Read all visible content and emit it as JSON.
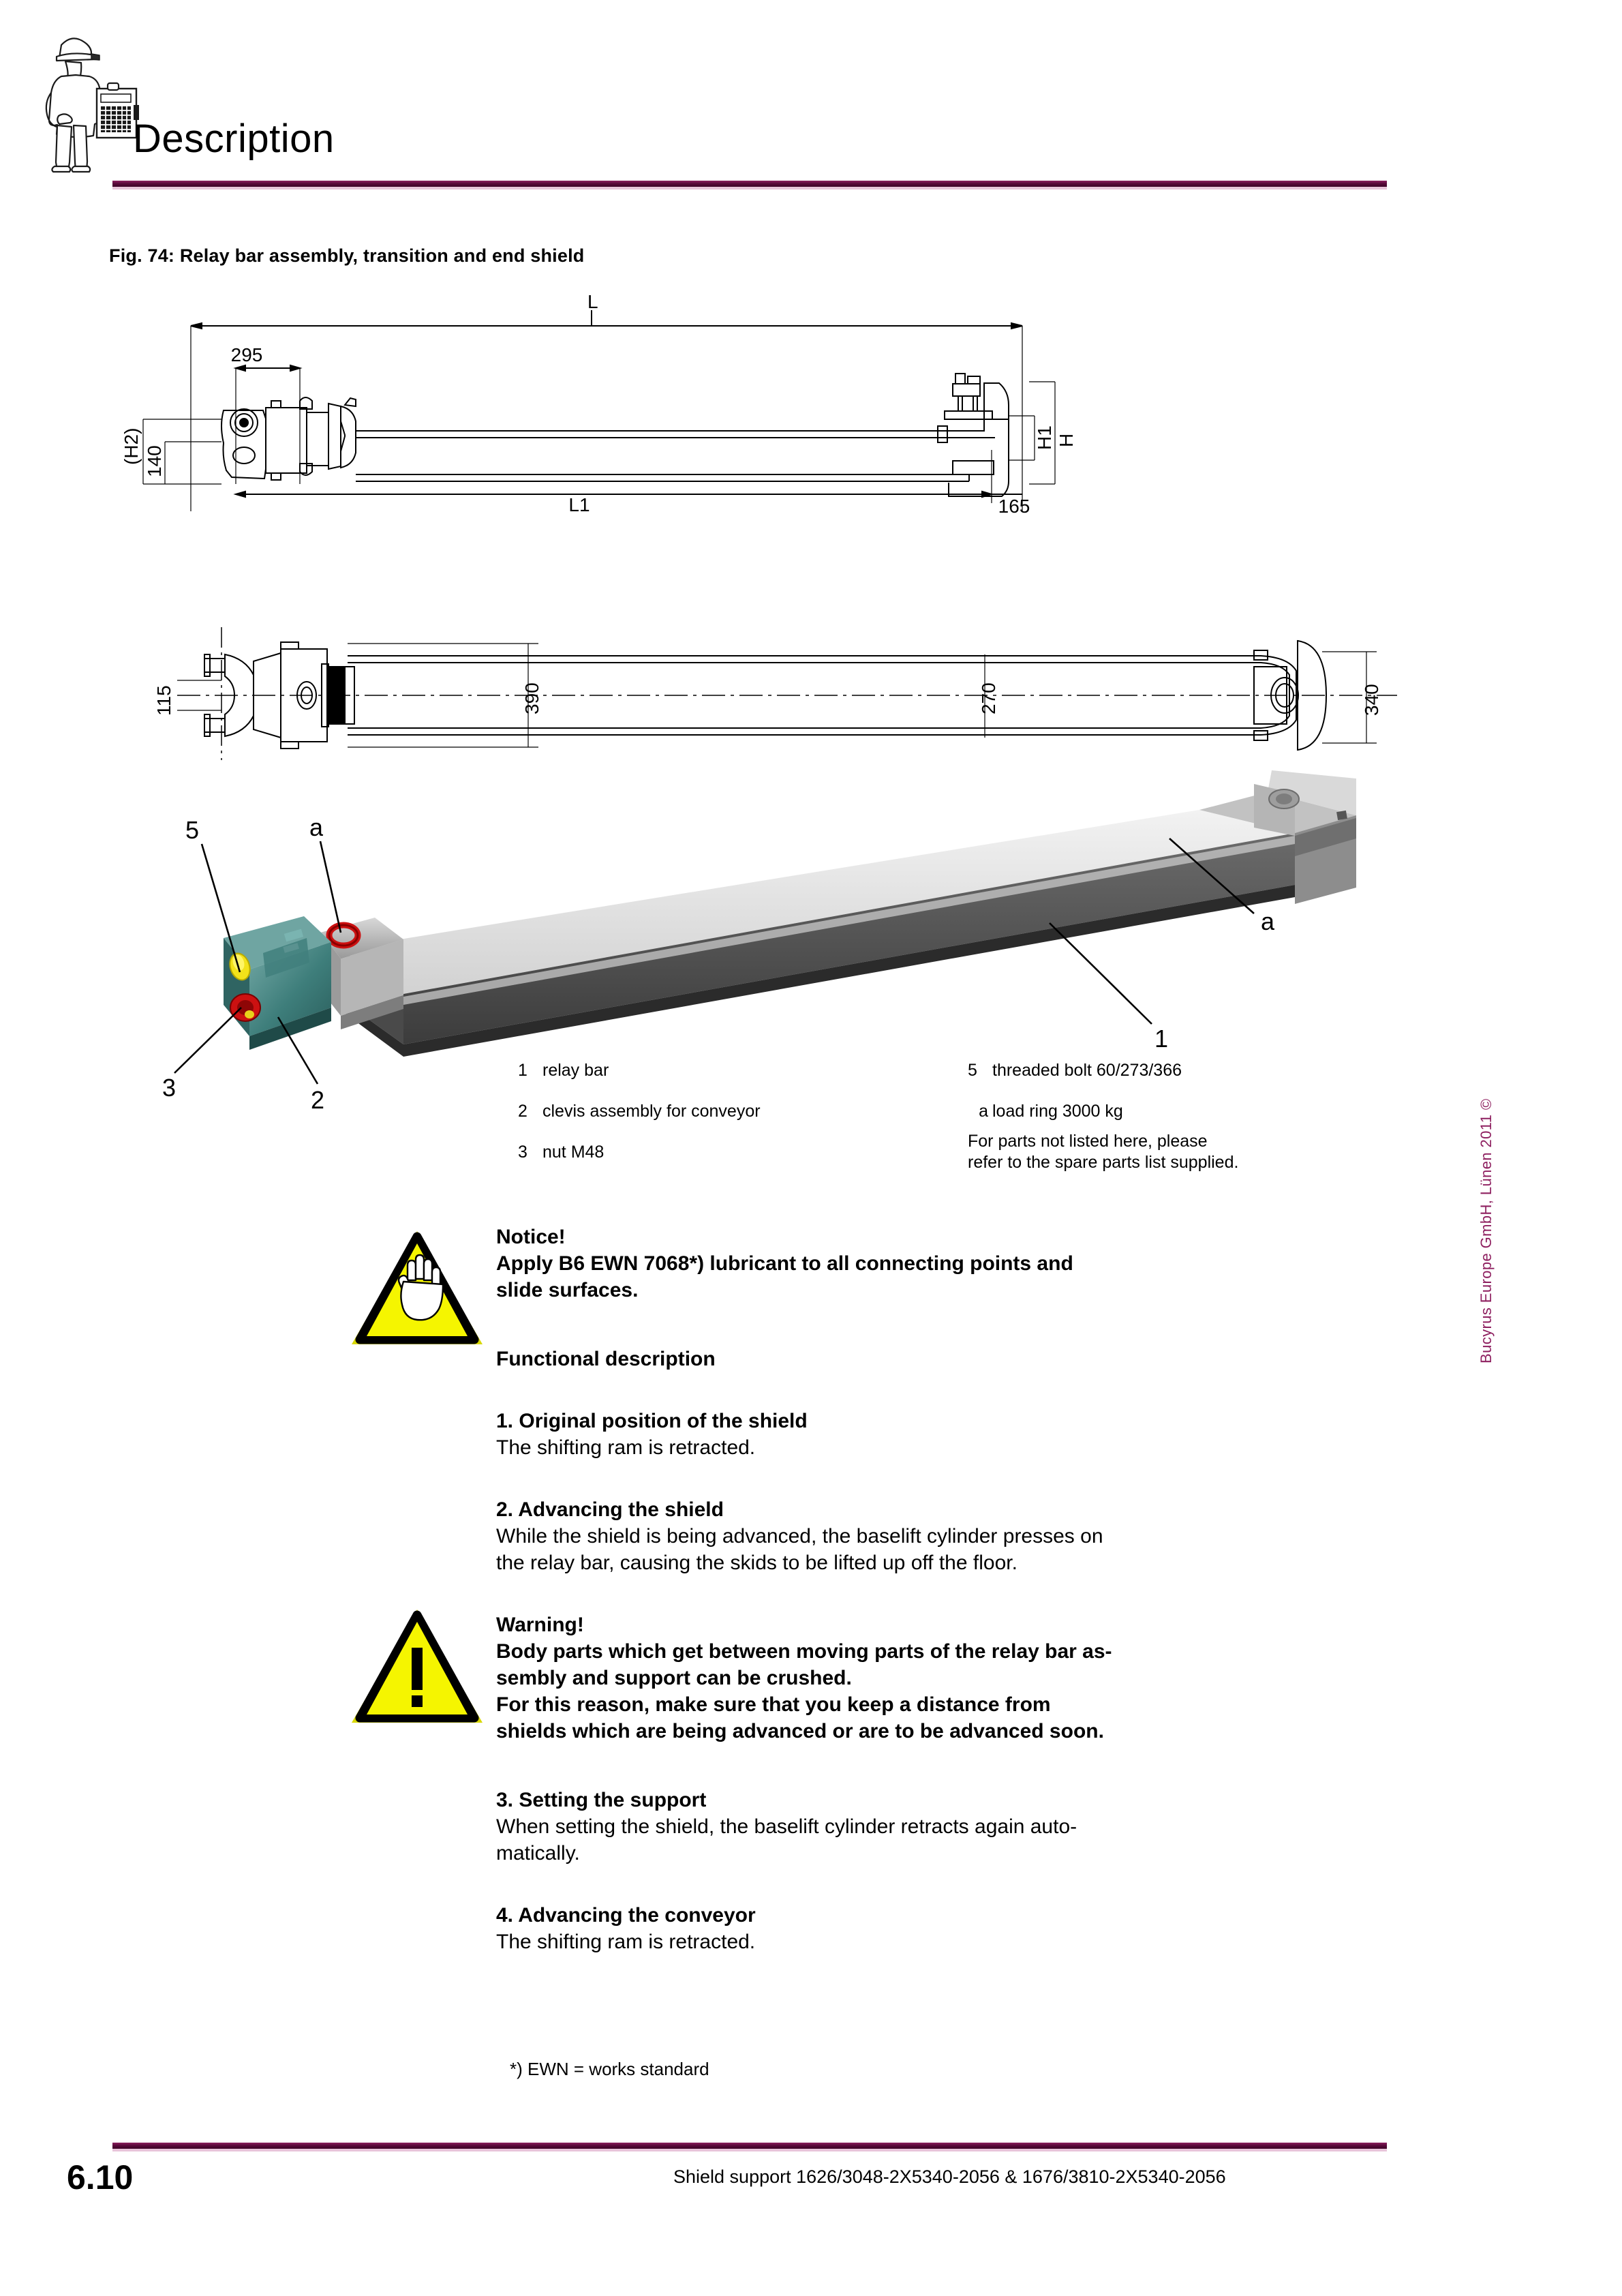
{
  "header": {
    "title": "Description",
    "icon": "miner-with-clipboard-icon",
    "rule_color": "#5C0A3C"
  },
  "figure": {
    "caption": "Fig. 74:  Relay bar assembly, transition and end shield",
    "side_view": {
      "dimensions": {
        "overall_length": "L",
        "front_width": "295",
        "height_h2": "(H2)",
        "height_140": "140",
        "length_l1": "L1",
        "length_165": "165",
        "height_h1": "H1",
        "height_h": "H"
      }
    },
    "plan_view": {
      "dimensions": {
        "width_115": "115",
        "width_390": "390",
        "width_270": "270",
        "width_340": "340"
      }
    },
    "callouts": {
      "c5": "5",
      "c_a_left": "a",
      "c_a_right": "a",
      "c3": "3",
      "c2": "2",
      "c1": "1"
    }
  },
  "legend": {
    "left": [
      {
        "key": "1",
        "value": "relay bar"
      },
      {
        "key": "2",
        "value": "clevis assembly for conveyor"
      },
      {
        "key": "3",
        "value": "nut M48"
      }
    ],
    "right": [
      {
        "key": "5",
        "value": "threaded bolt  60/273/366"
      },
      {
        "key": "a",
        "value": "load ring 3000 kg"
      }
    ],
    "note_line1": "For parts not listed here, please",
    "note_line2": "refer to the spare parts list supplied."
  },
  "notice": {
    "icon": "hand-hazard-triangle-icon",
    "heading": "Notice!",
    "line1": "Apply B6 EWN 7068*) lubricant to all connecting points and",
    "line2": "slide surfaces."
  },
  "functional": {
    "heading": "Functional description",
    "steps": [
      {
        "title": "1. Original position of the shield",
        "lines": [
          "The shifting ram is retracted."
        ]
      },
      {
        "title": "2. Advancing the shield",
        "lines": [
          "While the shield is being advanced, the baselift cylinder presses on",
          "the relay bar, causing the skids to be lifted up off the floor."
        ]
      },
      {
        "title": "3. Setting the support",
        "lines": [
          "When setting the shield, the baselift cylinder retracts again auto-",
          "matically."
        ]
      },
      {
        "title": "4. Advancing the conveyor",
        "lines": [
          "The shifting ram is retracted."
        ]
      }
    ]
  },
  "warning": {
    "icon": "exclamation-hazard-triangle-icon",
    "heading": "Warning!",
    "line1": "Body parts which get between moving parts of the relay bar as-",
    "line2": "sembly and support can be crushed.",
    "line3": "For this reason, make sure that you keep a distance from",
    "line4": "shields which are being advanced or are to be advanced soon."
  },
  "footnote": "*) EWN = works standard",
  "footer": {
    "page_number": "6.10",
    "text": "Shield support 1626/3048-2X5340-2056 & 1676/3810-2X5340-2056"
  },
  "copyright": "Bucyrus Europe GmbH, Lünen 2011 ©"
}
